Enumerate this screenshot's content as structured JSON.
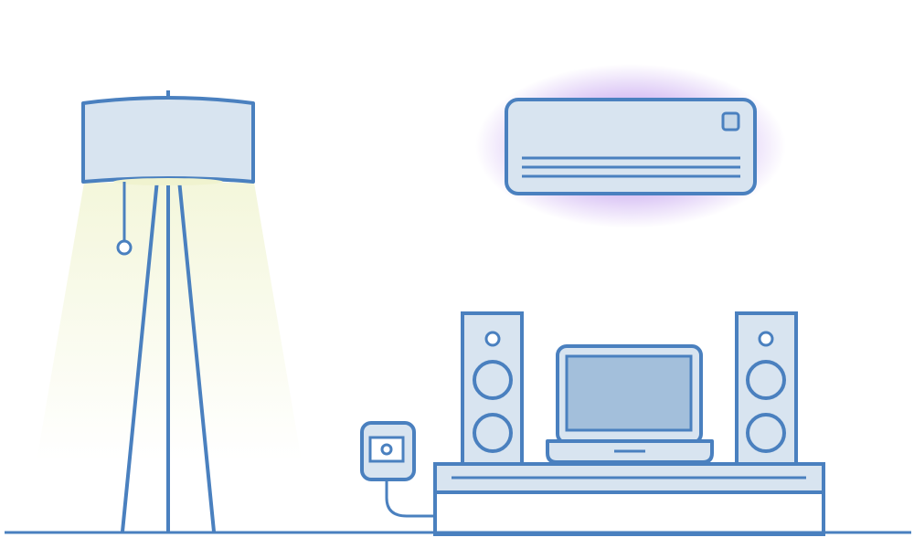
{
  "scene": {
    "objects": [
      {
        "name": "floor-lamp",
        "icon": "floor-lamp-icon",
        "state": "on"
      },
      {
        "name": "air-conditioner",
        "icon": "air-conditioner-icon",
        "state": "on"
      },
      {
        "name": "speaker-left",
        "icon": "speaker-icon"
      },
      {
        "name": "laptop",
        "icon": "laptop-icon"
      },
      {
        "name": "speaker-right",
        "icon": "speaker-icon"
      },
      {
        "name": "wall-socket",
        "icon": "power-socket-icon"
      },
      {
        "name": "tv-stand",
        "icon": "cabinet-icon"
      }
    ]
  },
  "colors": {
    "stroke": "#4a80bf",
    "fill": "#d8e4f0",
    "screen": "#a3bfdb",
    "background": "#ffffff",
    "lamp_glow": "#f3f6d9",
    "ac_glow": "#c8a8f0"
  }
}
